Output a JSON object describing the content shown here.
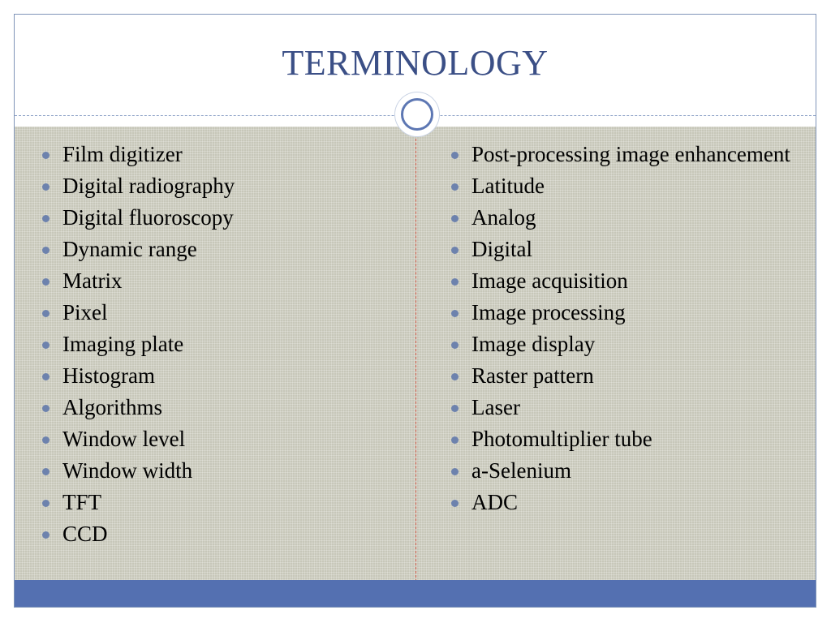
{
  "slide": {
    "title": "TERMINOLOGY",
    "left_terms": [
      "Film digitizer",
      "Digital radiography",
      "Digital fluoroscopy",
      "Dynamic range",
      "Matrix",
      "Pixel",
      "Imaging plate",
      "Histogram",
      "Algorithms",
      "Window level",
      "Window width",
      "TFT",
      "CCD"
    ],
    "right_terms": [
      "Post-processing image enhancement",
      "Latitude",
      "Analog",
      "Digital",
      "Image acquisition",
      "Image processing",
      "Image display",
      "Raster pattern",
      "Laser",
      "Photomultiplier tube",
      "a-Selenium",
      "ADC"
    ]
  },
  "colors": {
    "title": "#3b4f86",
    "content_background": "#c7c7b9",
    "bottom_bar": "#5470b1",
    "bullet": "#6d82ad",
    "column_divider": "#d35a4a"
  }
}
